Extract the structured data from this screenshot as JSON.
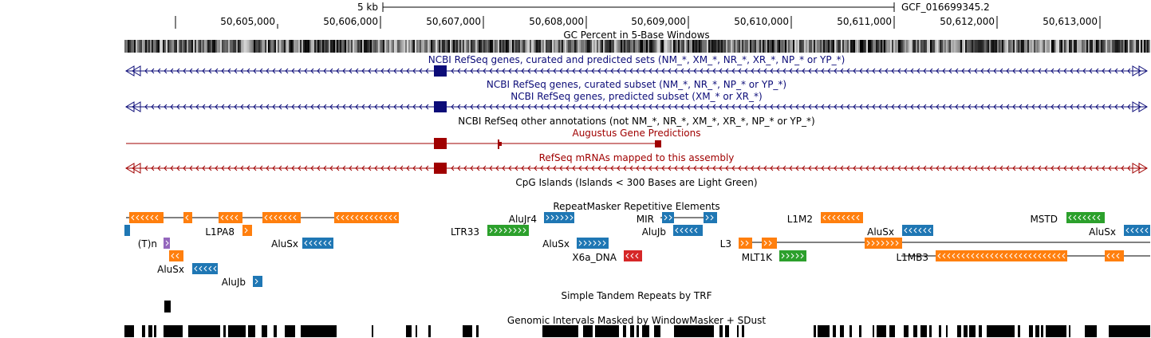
{
  "scale_bar": {
    "label": "5 kb",
    "assembly": "GCF_016699345.2"
  },
  "ruler": {
    "ticks": [
      "50,605,000",
      "50,606,000",
      "50,607,000",
      "50,608,000",
      "50,609,000",
      "50,610,000",
      "50,611,000",
      "50,612,000",
      "50,613,000"
    ]
  },
  "tracks": {
    "gc_percent": {
      "title": "GC Percent in 5-Base Windows"
    },
    "refseq_all": {
      "title": "NCBI RefSeq genes, curated and predicted sets (NM_*, XM_*, NR_*, XR_*, NP_* or YP_*)"
    },
    "refseq_curated": {
      "title": "NCBI RefSeq genes, curated subset (NM_*, NR_*, NP_* or YP_*)"
    },
    "refseq_predicted": {
      "title": "NCBI RefSeq genes, predicted subset (XM_* or XR_*)"
    },
    "refseq_other": {
      "title": "NCBI RefSeq other annotations (not NM_*, NR_*, XM_*, XR_*, NP_* or YP_*)"
    },
    "augustus": {
      "title": "Augustus Gene Predictions"
    },
    "refseq_mrna": {
      "title": "RefSeq mRNAs mapped to this assembly"
    },
    "cpg": {
      "title": "CpG Islands (Islands < 300 Bases are Light Green)"
    },
    "repeatmasker": {
      "title": "RepeatMasker Repetitive Elements",
      "labels": [
        "L1PA8",
        "(T)n",
        "AluSx",
        "AluSx",
        "AluJb",
        "AluJr4",
        "LTR33",
        "AluSx",
        "X6a_DNA",
        "MIR",
        "AluJb",
        "L1M2",
        "L3",
        "MLT1K",
        "AluSx",
        "L1MB3",
        "MSTD",
        "AluSx"
      ]
    },
    "trf": {
      "title": "Simple Tandem Repeats by TRF"
    },
    "windowmasker": {
      "title": "Genomic Intervals Masked by WindowMasker + SDust"
    }
  },
  "colors": {
    "blue_track": "#0c0c78",
    "red_track": "#a00000",
    "line": "#ff7f0e",
    "sine": "#1f77b4",
    "ltr": "#2ca02c",
    "dna": "#d62728",
    "simple": "#9467bd"
  }
}
